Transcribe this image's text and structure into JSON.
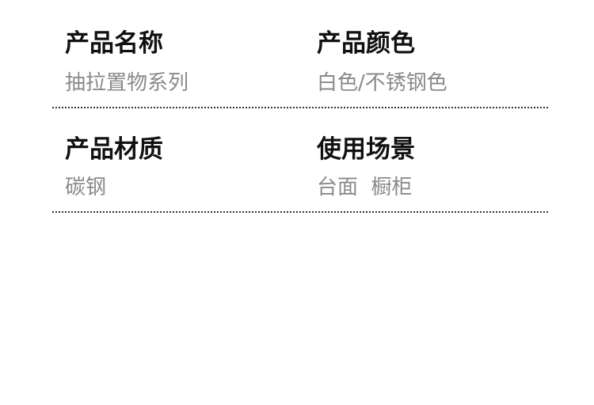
{
  "specs": [
    {
      "label": "产品名称",
      "value": "抽拉置物系列"
    },
    {
      "label": "产品颜色",
      "value": "白色/不锈钢色"
    },
    {
      "label": "产品材质",
      "value": "碳钢"
    },
    {
      "label": "使用场景",
      "value": "台面  橱柜"
    }
  ],
  "colors": {
    "label": "#111111",
    "value": "#8a8a8a",
    "divider": "#333333",
    "background": "#ffffff"
  }
}
